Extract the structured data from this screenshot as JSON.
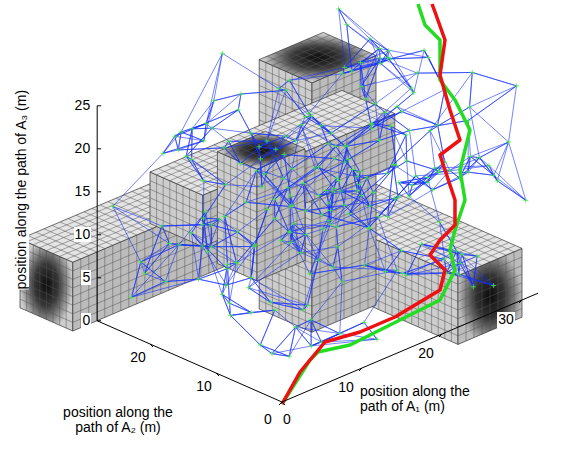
{
  "diagram": {
    "labels": [
      "position along the path of A₃ (m)",
      "0",
      "5",
      "10",
      "15",
      "20",
      "25",
      "position along the path of A₂ (m)",
      "0",
      "10",
      "20",
      "position along the path of A₁ (m)",
      "0",
      "10",
      "20",
      "30"
    ]
  }
}
